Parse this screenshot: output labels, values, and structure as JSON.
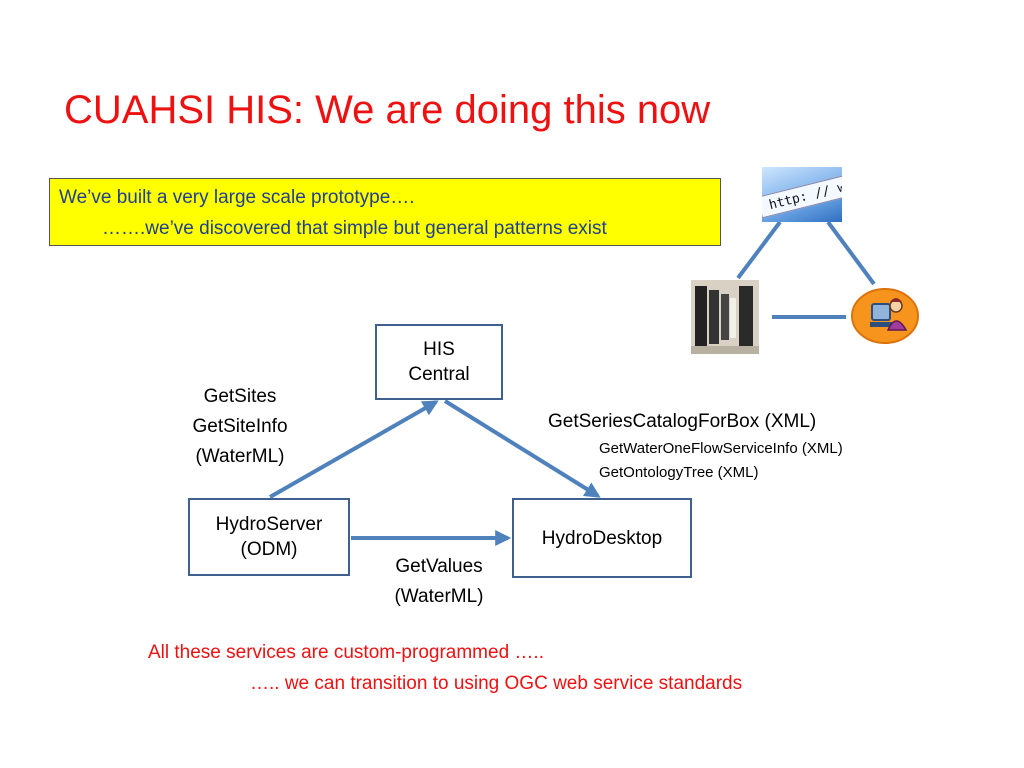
{
  "slide": {
    "title": "CUAHSI HIS: We are doing this now",
    "note": {
      "line1": "We’ve built a very large scale prototype….",
      "line2": "…….we’ve discovered that simple but general patterns exist"
    },
    "nodes": {
      "his_central_line1": "HIS",
      "his_central_line2": "Central",
      "hydroserver_line1": "HydroServer",
      "hydroserver_line2": "(ODM)",
      "hydrodesktop": "HydroDesktop"
    },
    "labels": {
      "left_1": "GetSites",
      "left_2": "GetSiteInfo",
      "left_3": "(WaterML)",
      "right_main": "GetSeriesCatalogForBox (XML)",
      "right_sub1": "GetWaterOneFlowServiceInfo (XML)",
      "right_sub2": "GetOntologyTree (XML)",
      "bottom_1": "GetValues",
      "bottom_2": "(WaterML)"
    },
    "footer": {
      "line1": "All these services are custom-programmed …..",
      "line2": "….. we can transition to using OGC web service standards"
    },
    "icons": {
      "browser_text": "http: // www"
    },
    "colors": {
      "title": "#ee1111",
      "note_bg": "#ffff00",
      "note_text": "#1f3f8f",
      "arrow": "#4f81bd",
      "box_border": "#3f5f8f"
    }
  }
}
